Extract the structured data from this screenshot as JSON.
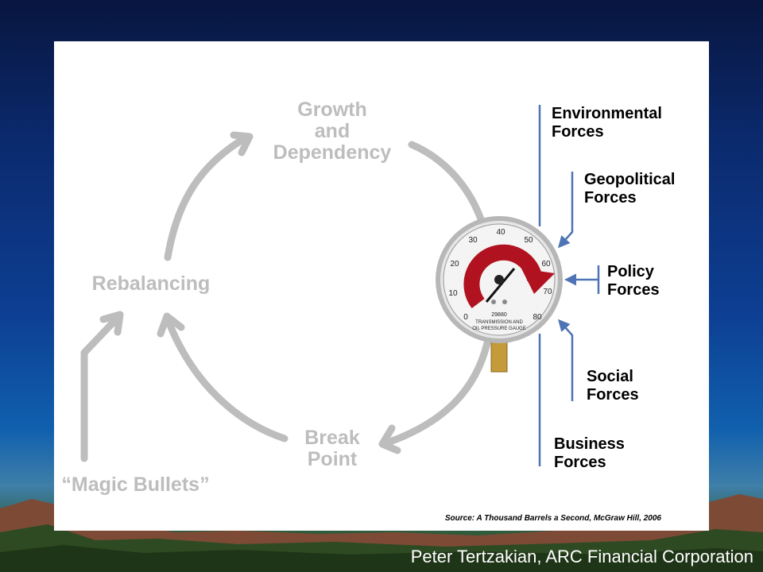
{
  "cycle": {
    "growth": "Growth\nand\nDependency",
    "rebalancing": "Rebalancing",
    "break_point": "Break\nPoint",
    "magic_bullets": "“Magic Bullets”"
  },
  "forces": {
    "environmental": "Environmental\nForces",
    "geopolitical": "Geopolitical\nForces",
    "policy": "Policy\nForces",
    "social": "Social\nForces",
    "business": "Business\nForces"
  },
  "gauge": {
    "ticks": [
      "0",
      "10",
      "20",
      "30",
      "40",
      "50",
      "60",
      "70",
      "80"
    ],
    "model": "29880",
    "caption_line1": "TRANSMISSION AND",
    "caption_line2": "OIL PRESSURE GAUGE"
  },
  "source": "Source: A Thousand Barrels a Second, McGraw Hill, 2006",
  "credit": "Peter Tertzakian, ARC Financial Corporation",
  "colors": {
    "cycle_arrow": "#bdbdbd",
    "force_line": "#4f74b5",
    "gauge_arc": "#b0121f"
  }
}
